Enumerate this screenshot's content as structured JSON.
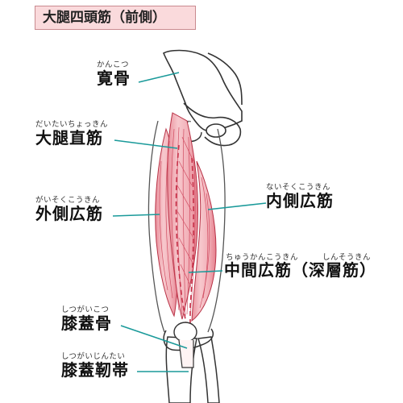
{
  "title": "大腿四頭筋（前側）",
  "labels": {
    "hip": {
      "reading": "かんこつ",
      "name": "寛骨"
    },
    "rectus_femoris": {
      "reading": "だいたいちょっきん",
      "name": "大腿直筋"
    },
    "vastus_lateralis": {
      "reading": "がいそくこうきん",
      "name": "外側広筋"
    },
    "vastus_medialis": {
      "reading": "ないそくこうきん",
      "name": "内側広筋"
    },
    "vastus_intermedius": {
      "reading": "ちゅうかんこうきん",
      "reading_deep": "しんそうきん",
      "name": "中間広筋",
      "deep": "（深層筋）"
    },
    "patella": {
      "reading": "しつがいこつ",
      "name": "膝蓋骨"
    },
    "patellar_ligament": {
      "reading": "しつがいじんたい",
      "name": "膝蓋靭帯"
    }
  },
  "colors": {
    "title_bg": "#fadadc",
    "muscle": "#f3b3ba",
    "muscle_line": "#c8324a",
    "leader": "#1a9a9a"
  }
}
